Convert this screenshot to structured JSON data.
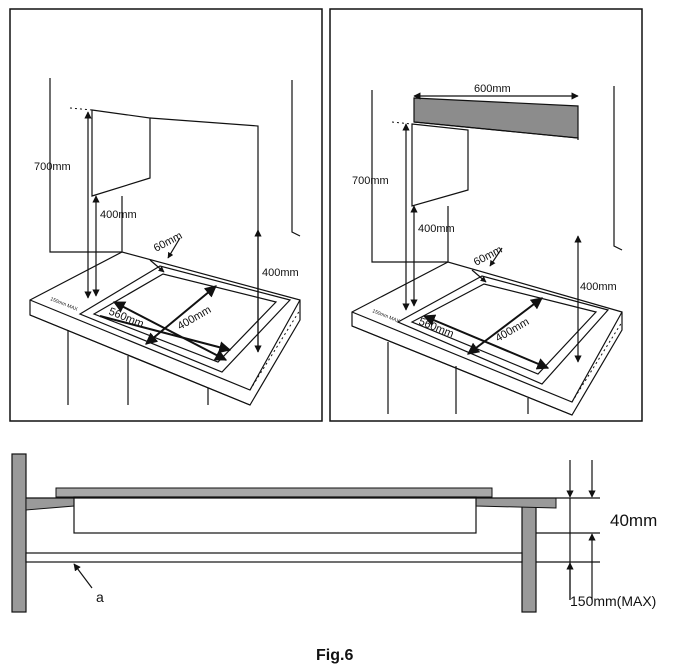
{
  "left_panel": {
    "height_700": "700mm",
    "height_400_cab": "400mm",
    "gap_60": "60mm",
    "width_560": "560mm",
    "depth_400": "400mm",
    "height_400_side": "400mm",
    "max_150": "150mm MAX"
  },
  "right_panel": {
    "hood_600": "600mm",
    "height_700": "700mm",
    "height_400_cab": "400mm",
    "gap_60": "60mm",
    "width_560": "560mm",
    "depth_400": "400mm",
    "height_400_side": "400mm",
    "max_150": "150mm MAX"
  },
  "section": {
    "dim_40": "40mm",
    "dim_150": "150mm(MAX)",
    "marker_a": "a"
  },
  "caption": "Fig.6"
}
